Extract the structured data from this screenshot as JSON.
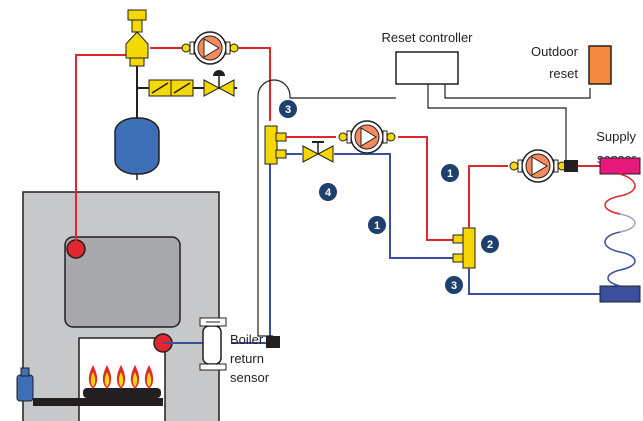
{
  "labels": {
    "reset_controller": "Reset controller",
    "outdoor_line1": "Outdoor",
    "outdoor_line2": "reset",
    "supply_line1": "Supply",
    "supply_line2": "sensor",
    "boiler_line1": "Boiler",
    "boiler_line2": "return",
    "boiler_line3": "sensor"
  },
  "callouts": {
    "c3_top": "3",
    "c1_upper": "1",
    "c4": "4",
    "c1_lower": "1",
    "c2": "2",
    "c3_lower": "3"
  },
  "colors": {
    "supply_pipe": "#e1262d",
    "return_pipe": "#3b4fa0",
    "pump": "#f58a5c",
    "valve": "#f5d800",
    "tank": "#3c6fb6",
    "boiler": "#c7c8ca",
    "outdoor_sensor": "#f58a3c",
    "emitter_supply": "#e8197c",
    "emitter_return": "#3b4fa0",
    "callout": "#1f3f6e"
  },
  "icons": [
    "pump-icon",
    "valve-icon",
    "expansion-tank-icon",
    "air-separator-icon",
    "flame-icon",
    "burner-icon",
    "sensor-icon",
    "tee-fitting-icon"
  ]
}
